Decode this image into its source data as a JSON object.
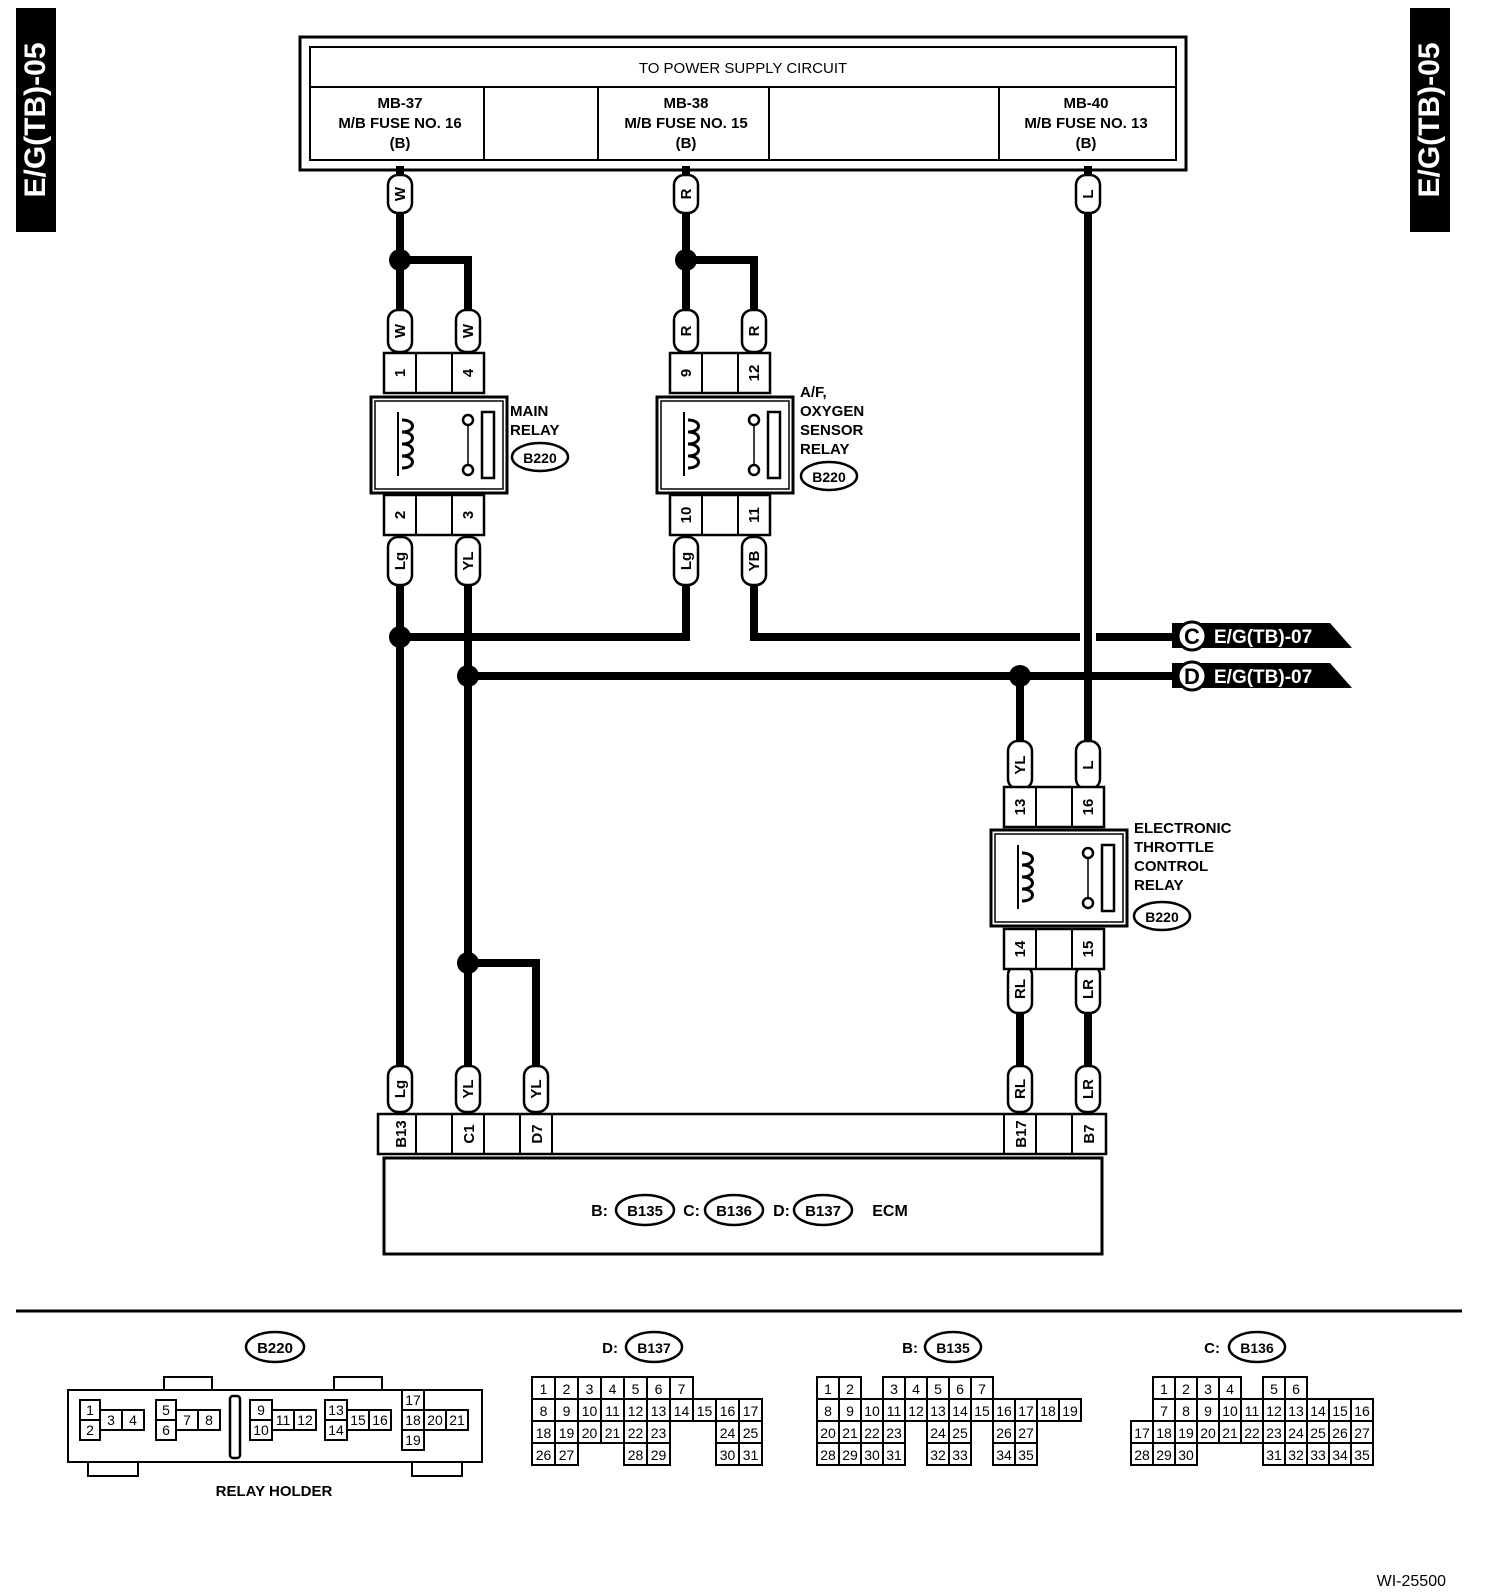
{
  "page_tag": "E/G(TB)-05",
  "power_supply": {
    "title": "TO POWER SUPPLY CIRCUIT",
    "fuses": [
      {
        "id": "MB-37",
        "name": "M/B FUSE NO. 16",
        "code": "(B)"
      },
      {
        "id": "MB-38",
        "name": "M/B FUSE NO. 15",
        "code": "(B)"
      },
      {
        "id": "MB-40",
        "name": "M/B FUSE NO. 13",
        "code": "(B)"
      }
    ]
  },
  "wire_colors": {
    "w": "W",
    "r": "R",
    "l": "L",
    "lg": "Lg",
    "yl": "YL",
    "yb": "YB",
    "rl": "RL",
    "lr": "LR"
  },
  "relays": {
    "main": {
      "label": [
        "MAIN",
        "RELAY"
      ],
      "connector": "B220",
      "pins": [
        "1",
        "4",
        "2",
        "3"
      ]
    },
    "af": {
      "label": [
        "A/F,",
        "OXYGEN",
        "SENSOR",
        "RELAY"
      ],
      "connector": "B220",
      "pins": [
        "9",
        "12",
        "10",
        "11"
      ]
    },
    "etc": {
      "label": [
        "ELECTRONIC",
        "THROTTLE",
        "CONTROL",
        "RELAY"
      ],
      "connector": "B220",
      "pins": [
        "13",
        "16",
        "14",
        "15"
      ]
    }
  },
  "refs": [
    {
      "letter": "C",
      "target": "E/G(TB)-07"
    },
    {
      "letter": "D",
      "target": "E/G(TB)-07"
    }
  ],
  "ecm": {
    "pins": [
      "B13",
      "C1",
      "D7",
      "B17",
      "B7"
    ],
    "b_prefix": "B:",
    "b_conn": "B135",
    "c_prefix": "C:",
    "c_conn": "B136",
    "d_prefix": "D:",
    "d_conn": "B137",
    "name": "ECM"
  },
  "connector_views": {
    "relay_holder": {
      "connector": "B220",
      "caption": "RELAY HOLDER",
      "pins": [
        "1",
        "2",
        "3",
        "4",
        "5",
        "6",
        "7",
        "8",
        "9",
        "10",
        "11",
        "12",
        "13",
        "14",
        "15",
        "16",
        "17",
        "18",
        "19",
        "20",
        "21"
      ]
    },
    "b137": {
      "prefix": "D:",
      "connector": "B137",
      "rows": [
        [
          "1",
          "2",
          "3",
          "4",
          "5",
          "6",
          "7"
        ],
        [
          "8",
          "9",
          "10",
          "11",
          "12",
          "13",
          "14",
          "15",
          "16",
          "17"
        ],
        [
          "18",
          "19",
          "20",
          "21",
          "22",
          "23",
          "",
          "",
          "24",
          "25"
        ],
        [
          "26",
          "27",
          "",
          "",
          "28",
          "29",
          "",
          "",
          "30",
          "31"
        ]
      ]
    },
    "b135": {
      "prefix": "B:",
      "connector": "B135",
      "rows": [
        [
          "1",
          "2",
          "",
          "3",
          "4",
          "5",
          "6",
          "7"
        ],
        [
          "8",
          "9",
          "10",
          "11",
          "12",
          "13",
          "14",
          "15",
          "16",
          "17",
          "18",
          "19"
        ],
        [
          "20",
          "21",
          "22",
          "23",
          "",
          "24",
          "25",
          "",
          "26",
          "27"
        ],
        [
          "28",
          "29",
          "30",
          "31",
          "",
          "32",
          "33",
          "",
          "34",
          "35"
        ]
      ]
    },
    "b136": {
      "prefix": "C:",
      "connector": "B136",
      "rows": [
        [
          "",
          "1",
          "2",
          "3",
          "4",
          "",
          "5",
          "6"
        ],
        [
          "",
          "7",
          "8",
          "9",
          "10",
          "11",
          "12",
          "13",
          "14",
          "15",
          "16"
        ],
        [
          "17",
          "18",
          "19",
          "20",
          "21",
          "22",
          "23",
          "24",
          "25",
          "26",
          "27"
        ],
        [
          "28",
          "29",
          "30",
          "",
          "",
          "",
          "31",
          "32",
          "33",
          "34",
          "35"
        ]
      ]
    }
  },
  "figure_id": "WI-25500"
}
